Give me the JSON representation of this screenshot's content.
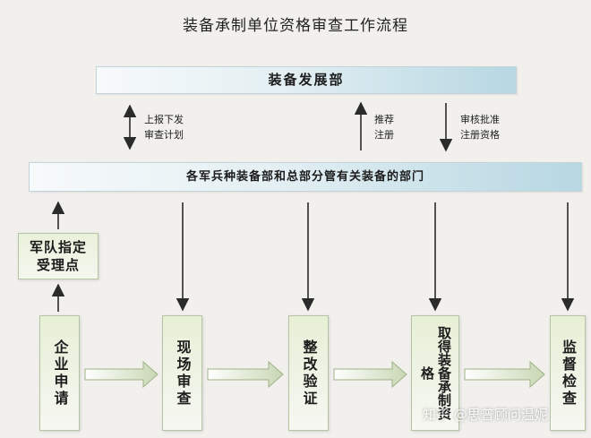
{
  "title": "装备承制单位资格审查工作流程",
  "top_bar": "装备发展部",
  "middle_bar": "各军兵种装备部和总部分管有关装备的部门",
  "left_label": [
    "上报下发",
    "审查计划"
  ],
  "recommend_label": [
    "推荐",
    "注册"
  ],
  "review_label": [
    "审核批准",
    "注册资格"
  ],
  "designated_box": [
    "军队指定",
    "受理点"
  ],
  "steps": [
    "企业申请",
    "现场审查",
    "整改验证",
    "取得装备承制资格",
    "监督检查"
  ],
  "watermark": "知乎 @思普顾问温妮"
}
